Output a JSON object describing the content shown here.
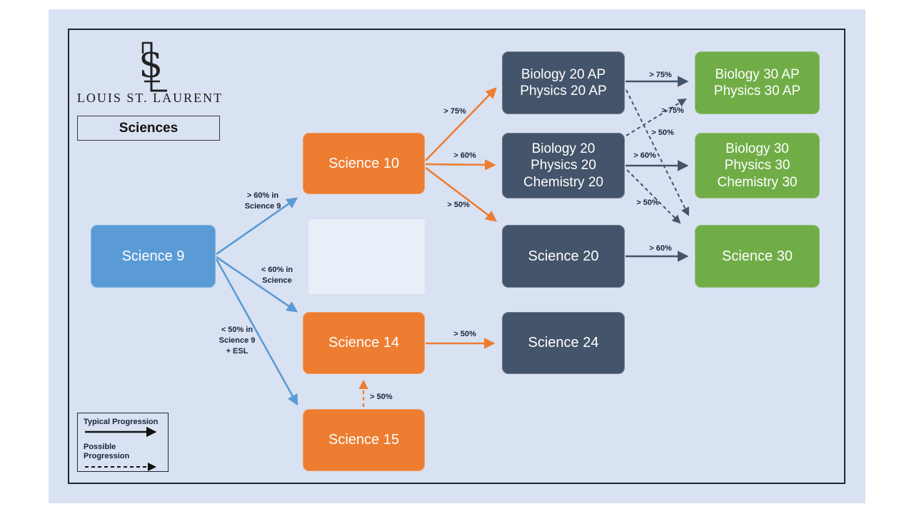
{
  "page": {
    "background_color": "#ffffff",
    "panel_color": "#d9e2f2",
    "frame_border_color": "#1c2636"
  },
  "logo": {
    "monogram_icon": "intertwined LSL letters",
    "school_name": "LOUIS ST. LAURENT",
    "department": "Sciences"
  },
  "legend": {
    "typical_label": "Typical Progression",
    "possible_label": "Possible Progression"
  },
  "colors": {
    "blue_node": "#5b9bd5",
    "orange_node": "#ed7d31",
    "dark_node": "#44546a",
    "green_node": "#70ad47",
    "label_text": "#17243a"
  },
  "nodes": {
    "science9": {
      "label": "Science 9",
      "color": "#5b9bd5"
    },
    "science10": {
      "label": "Science 10",
      "color": "#ed7d31"
    },
    "science14": {
      "label": "Science 14",
      "color": "#ed7d31"
    },
    "science15": {
      "label": "Science 15",
      "color": "#ed7d31"
    },
    "bio20ap": {
      "lines": [
        "Biology 20 AP",
        "Physics 20 AP"
      ],
      "color": "#44546a"
    },
    "bio20": {
      "lines": [
        "Biology 20",
        "Physics 20",
        "Chemistry 20"
      ],
      "color": "#44546a"
    },
    "science20": {
      "label": "Science 20",
      "color": "#44546a"
    },
    "science24": {
      "label": "Science 24",
      "color": "#44546a"
    },
    "bio30ap": {
      "lines": [
        "Biology 30 AP",
        "Physics 30 AP"
      ],
      "color": "#70ad47"
    },
    "bio30": {
      "lines": [
        "Biology 30",
        "Physics 30",
        "Chemistry 30"
      ],
      "color": "#70ad47"
    },
    "science30": {
      "label": "Science 30",
      "color": "#70ad47"
    }
  },
  "edge_labels": {
    "s9_s10": {
      "lines": [
        "> 60% in",
        "Science 9"
      ]
    },
    "s9_s14": {
      "lines": [
        "< 60% in",
        "Science"
      ]
    },
    "s9_s15": {
      "lines": [
        "< 50% in",
        "Science 9",
        "+ ESL"
      ]
    },
    "s10_bio20ap": "> 75%",
    "s10_bio20": "> 60%",
    "s10_s20": "> 50%",
    "bio20ap_bio30ap": "> 75%",
    "bio20_bio30ap": "> 75%",
    "bio20ap_s30": "> 50%",
    "bio20_bio30": "> 60%",
    "bio20_s30": "> 50%",
    "s20_s30": "> 60%",
    "s14_s24": "> 50%",
    "s15_s14": "> 50%"
  }
}
